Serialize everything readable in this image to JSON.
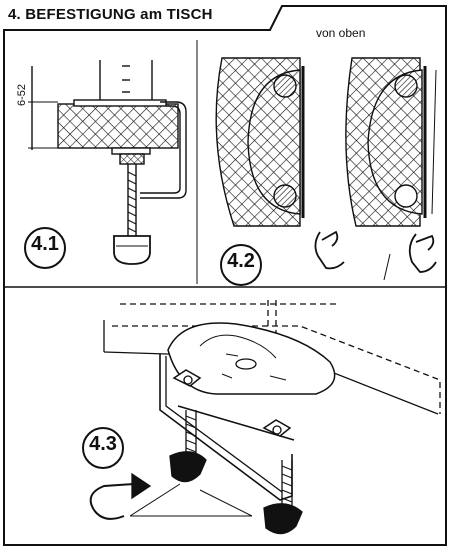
{
  "header": {
    "title": "4. BEFESTIGUNG am TISCH"
  },
  "panel_42": {
    "note": "von oben"
  },
  "panel_41": {
    "dimension": "6-52",
    "step": "4.1"
  },
  "steps": {
    "s42": "4.2",
    "s43": "4.3"
  }
}
